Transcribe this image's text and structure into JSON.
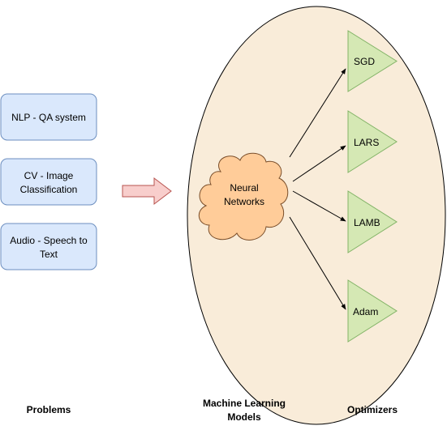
{
  "problems": {
    "items": [
      {
        "lines": [
          "NLP - QA system"
        ]
      },
      {
        "lines": [
          "CV - Image",
          "Classification"
        ]
      },
      {
        "lines": [
          "Audio - Speech to",
          "Text"
        ]
      }
    ],
    "label": "Problems"
  },
  "model": {
    "lines": [
      "Neural",
      "Networks"
    ],
    "label_lines": [
      "Machine Learning",
      "Models"
    ]
  },
  "optimizers": {
    "items": [
      "SGD",
      "LARS",
      "LAMB",
      "Adam"
    ],
    "label": "Optimizers"
  },
  "colors": {
    "problem_fill": "#dae8fc",
    "problem_stroke": "#6c8ebf",
    "ellipse_fill": "#f9ecd9",
    "ellipse_stroke": "#000000",
    "cloud_fill": "#ffcc99",
    "cloud_stroke": "#7a4e2a",
    "triangle_fill": "#d5e8b4",
    "triangle_stroke": "#82b366",
    "arrow_fill": "#f8cecc",
    "arrow_stroke": "#b85450"
  }
}
